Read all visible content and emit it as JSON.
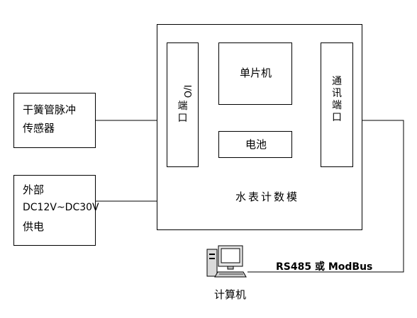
{
  "sensor": {
    "line1": "干簧管脉冲",
    "line2": "传感器"
  },
  "power": {
    "line1": "外部",
    "line2": "DC12V~DC30V",
    "line3": "供电"
  },
  "module": {
    "title": "水表计数模",
    "io_port": [
      "I/O",
      "端",
      "口"
    ],
    "mcu": "单片机",
    "battery": "电池",
    "comm_port": [
      "通",
      "讯",
      "端",
      "口"
    ]
  },
  "link": {
    "label": "RS485 或 ModBus"
  },
  "computer": {
    "label": "计算机"
  }
}
